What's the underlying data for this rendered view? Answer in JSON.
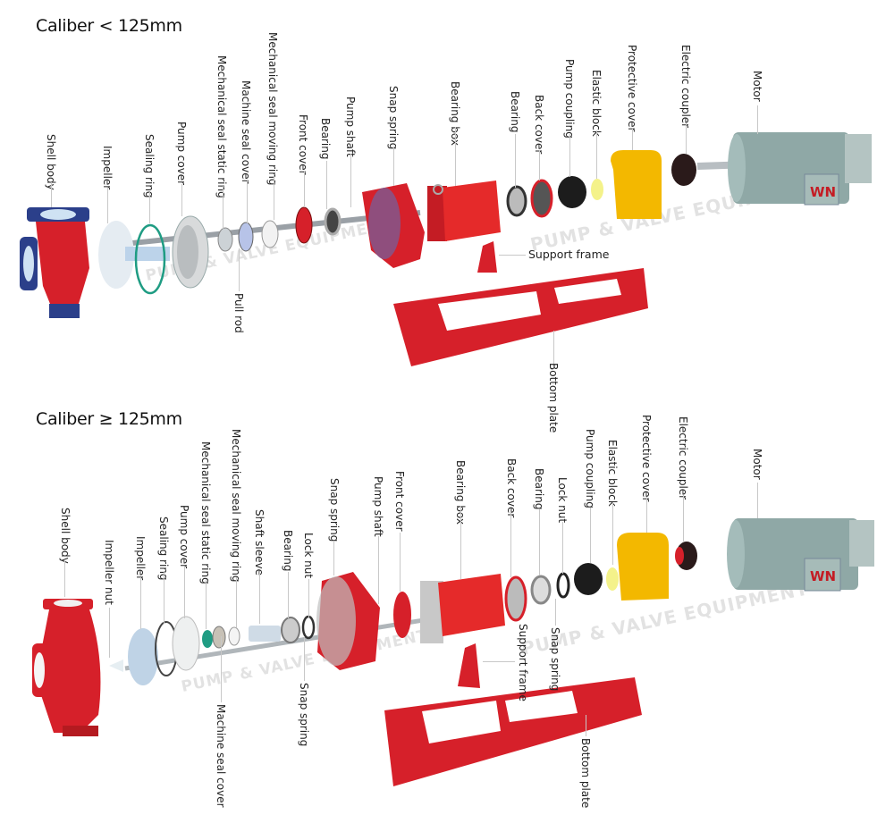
{
  "diagram": {
    "type": "exploded-view",
    "subject": "Centrifugal pump assembly",
    "watermark": "PUMP & VALVE EQUIPMENT",
    "motor_brand_plate": "WN",
    "colors": {
      "casing_red": "#d6202a",
      "casing_blue": "#2b3f8a",
      "guard_yellow": "#f3b800",
      "motor_grey": "#8fa8a6",
      "ptfe_white": "#dfe8ef",
      "leader_line": "#c8c8c8"
    }
  },
  "sections": [
    {
      "title": "Caliber < 125mm",
      "labels": [
        {
          "text": "Shell body"
        },
        {
          "text": "Impeller"
        },
        {
          "text": "Sealing ring"
        },
        {
          "text": "Pump cover"
        },
        {
          "text": "Mechanical seal static ring"
        },
        {
          "text": "Machine seal cover"
        },
        {
          "text": "Mechanical seal moving ring"
        },
        {
          "text": "Front cover"
        },
        {
          "text": "Bearing"
        },
        {
          "text": "Pump shaft"
        },
        {
          "text": "Snap spring"
        },
        {
          "text": "Bearing box"
        },
        {
          "text": "Bearing"
        },
        {
          "text": "Back cover"
        },
        {
          "text": "Pump coupling"
        },
        {
          "text": "Elastic block"
        },
        {
          "text": "Protective cover"
        },
        {
          "text": "Electric coupler"
        },
        {
          "text": "Motor"
        },
        {
          "text": "Pull rod"
        },
        {
          "text": "Support frame"
        },
        {
          "text": "Bottom plate"
        }
      ]
    },
    {
      "title": "Caliber ≥ 125mm",
      "labels": [
        {
          "text": "Shell body"
        },
        {
          "text": "Impeller nut"
        },
        {
          "text": "Impeller"
        },
        {
          "text": "Sealing ring"
        },
        {
          "text": "Pump cover"
        },
        {
          "text": "Mechanical seal static ring"
        },
        {
          "text": "Mechanical seal moving ring"
        },
        {
          "text": "Shaft sleeve"
        },
        {
          "text": "Bearing"
        },
        {
          "text": "Lock nut"
        },
        {
          "text": "Snap spring"
        },
        {
          "text": "Pump shaft"
        },
        {
          "text": "Front cover"
        },
        {
          "text": "Bearing box"
        },
        {
          "text": "Back cover"
        },
        {
          "text": "Bearing"
        },
        {
          "text": "Lock nut"
        },
        {
          "text": "Pump coupling"
        },
        {
          "text": "Elastic block"
        },
        {
          "text": "Protective cover"
        },
        {
          "text": "Electric coupler"
        },
        {
          "text": "Motor"
        },
        {
          "text": "Machine seal cover"
        },
        {
          "text": "Snap spring"
        },
        {
          "text": "Support frame"
        },
        {
          "text": "Snap spring"
        },
        {
          "text": "Bottom plate"
        }
      ]
    }
  ]
}
